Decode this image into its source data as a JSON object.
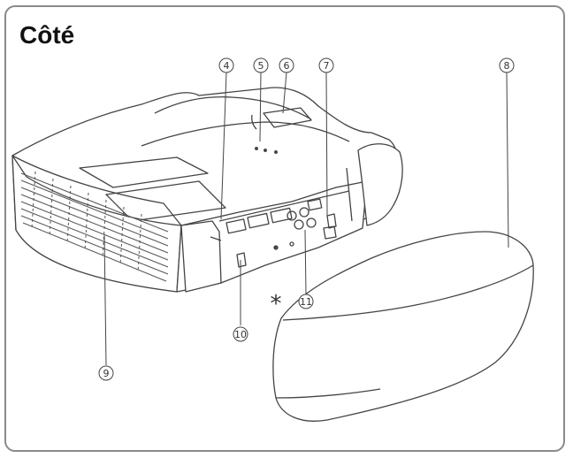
{
  "title": "Côté",
  "callouts": [
    {
      "label": "4",
      "meaning": "callout-4"
    },
    {
      "label": "5",
      "meaning": "callout-5"
    },
    {
      "label": "6",
      "meaning": "callout-6"
    },
    {
      "label": "7",
      "meaning": "callout-7"
    },
    {
      "label": "8",
      "meaning": "callout-8"
    },
    {
      "label": "9",
      "meaning": "callout-9"
    },
    {
      "label": "10",
      "meaning": "callout-10"
    },
    {
      "label": "11",
      "meaning": "callout-11"
    }
  ],
  "asterisk": "*",
  "colors": {
    "line": "#444444",
    "frame": "#8a8a8a",
    "vent": "#555555"
  }
}
